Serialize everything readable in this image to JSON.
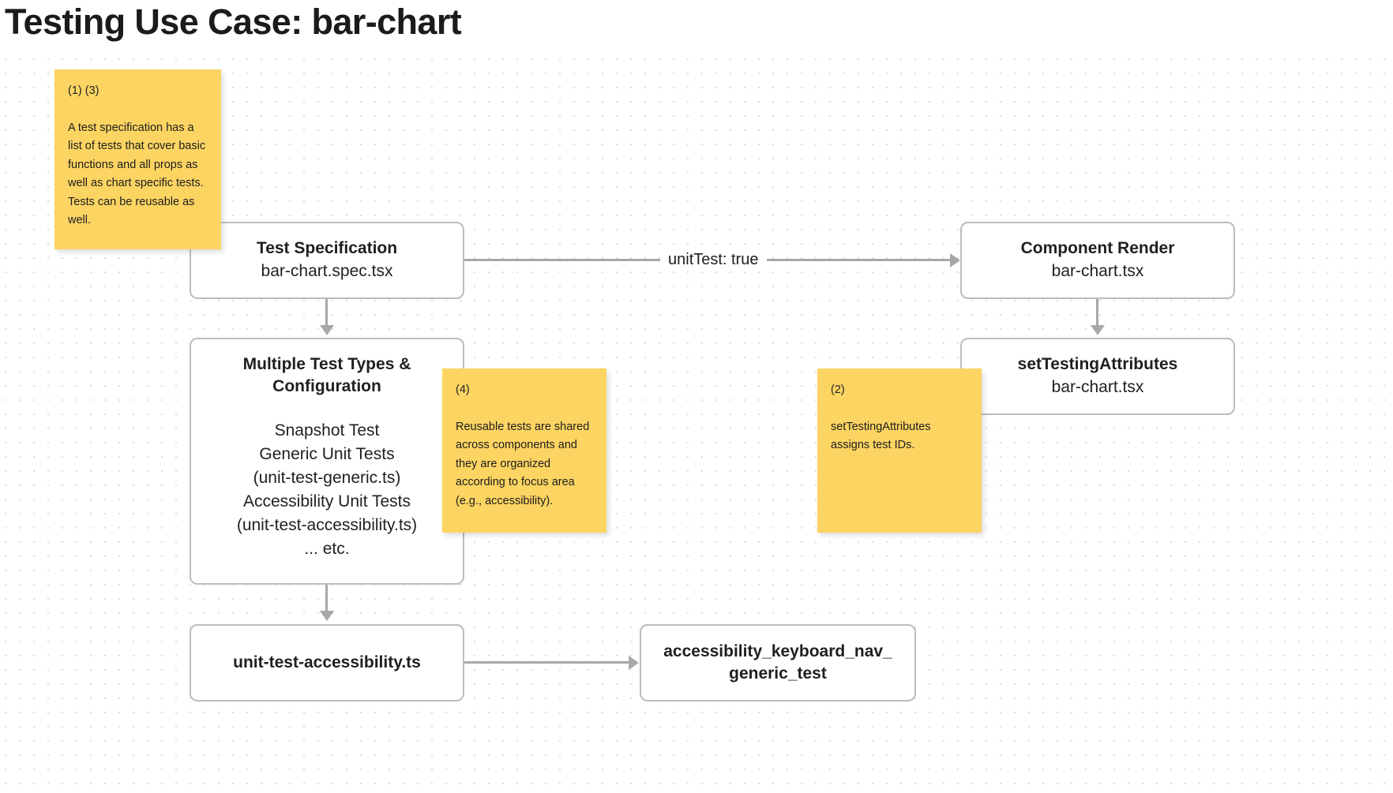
{
  "page": {
    "title": "Testing Use Case: bar-chart",
    "accent_yellow": "#FCD462",
    "node_border": "#BCBCBC",
    "connector_color": "#A8A8A8",
    "text_color": "#1F1F1F",
    "background": "#FFFFFF"
  },
  "nodes": {
    "test_spec": {
      "title": "Test Specification",
      "subtitle": "bar-chart.spec.tsx"
    },
    "component_render": {
      "title": "Component Render",
      "subtitle": "bar-chart.tsx"
    },
    "set_testing_attributes": {
      "title": "setTestingAttributes",
      "subtitle": "bar-chart.tsx"
    },
    "test_types": {
      "title_line1": "Multiple Test Types &",
      "title_line2": "Configuration",
      "items": [
        "Snapshot Test",
        "Generic Unit Tests",
        "(unit-test-generic.ts)",
        "Accessibility Unit Tests",
        "(unit-test-accessibility.ts)",
        "... etc."
      ]
    },
    "unit_test_accessibility": {
      "title": "unit-test-accessibility.ts"
    },
    "keyboard_nav_test": {
      "title_line1": "accessibility_keyboard_nav_",
      "title_line2": "generic_test"
    }
  },
  "edges": {
    "spec_to_render_label": "unitTest: true"
  },
  "notes": {
    "note1": {
      "ref": "(1) (3)",
      "body": "A test specification has a list of tests that cover basic functions and all props as well as chart specific tests. Tests can be reusable as well."
    },
    "note2": {
      "ref": "(2)",
      "body": "setTestingAttributes assigns test IDs."
    },
    "note4": {
      "ref": "(4)",
      "body": "Reusable tests are shared across components and they are organized according to focus area (e.g., accessibility)."
    }
  }
}
